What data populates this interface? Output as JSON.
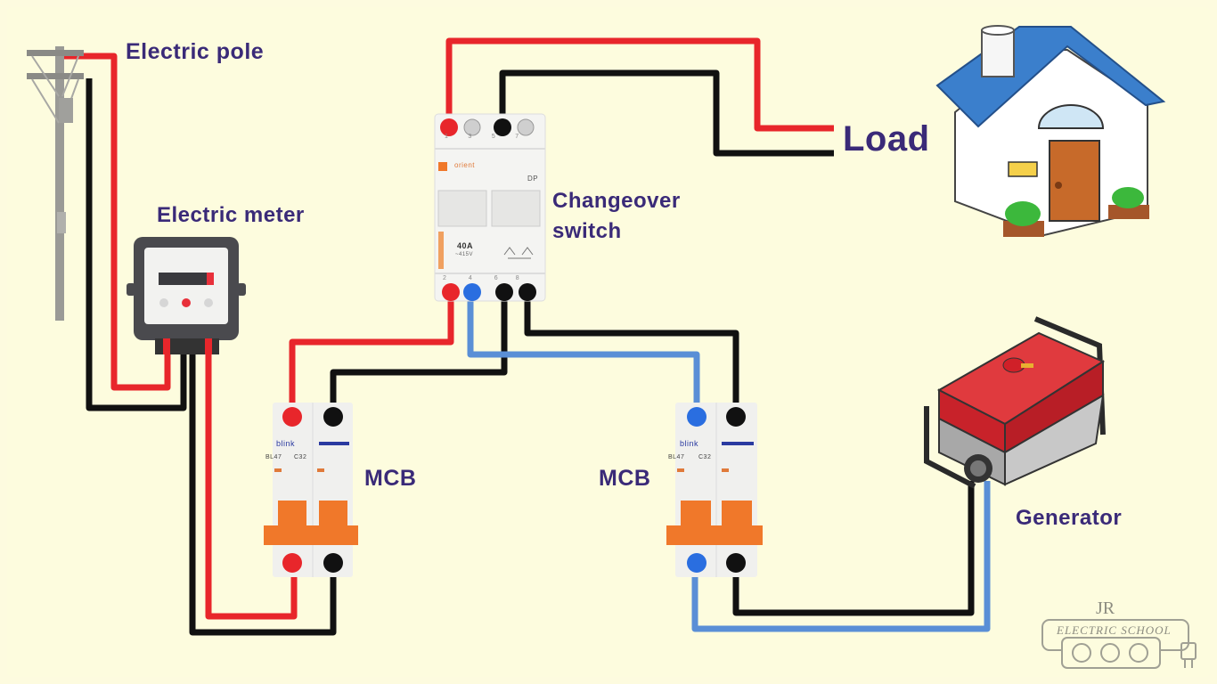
{
  "title": "Changeover switch wiring diagram",
  "labels": {
    "electric_pole": "Electric pole",
    "electric_meter": "Electric meter",
    "changeover_line1": "Changeover",
    "changeover_line2": "switch",
    "load": "Load",
    "mcb_left": "MCB",
    "mcb_right": "MCB",
    "generator": "Generator"
  },
  "changeover_switch": {
    "brand": "orient",
    "type": "DP",
    "rating": "40A",
    "voltage": "~415V",
    "top_terminals": [
      "1",
      "3",
      "5",
      "7"
    ],
    "bottom_terminals": [
      "2",
      "4",
      "6",
      "8"
    ]
  },
  "mcb": {
    "brand": "blink",
    "model": "BL47",
    "rating": "C32"
  },
  "watermark": {
    "mark": "JR",
    "text": "ELECTRIC SCHOOL"
  },
  "colors": {
    "background": "#fdfbdf",
    "label": "#3a2a78",
    "phase": "#e8262b",
    "neutral": "#111111",
    "generator_phase": "#5a8fd6",
    "mcb_handle": "#f0782a",
    "roof": "#3b7fcc",
    "door": "#c76a2a",
    "generator_body": "#d8262e"
  }
}
